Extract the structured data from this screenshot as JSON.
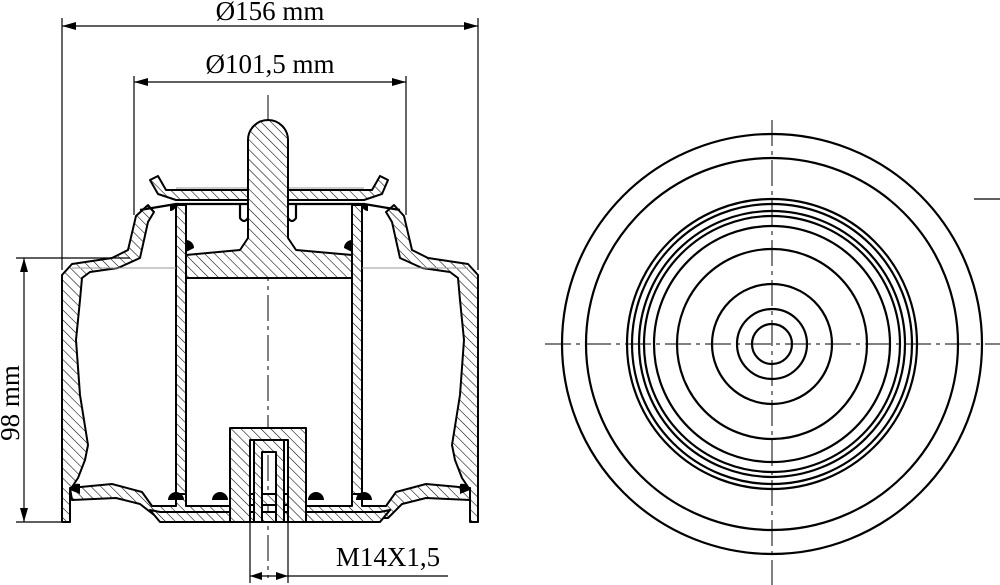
{
  "drawing": {
    "dimensions": {
      "outer_diameter": "Ø156 mm",
      "inner_diameter": "Ø101,5 mm",
      "height": "98 mm",
      "thread": "M14X1,5"
    }
  }
}
